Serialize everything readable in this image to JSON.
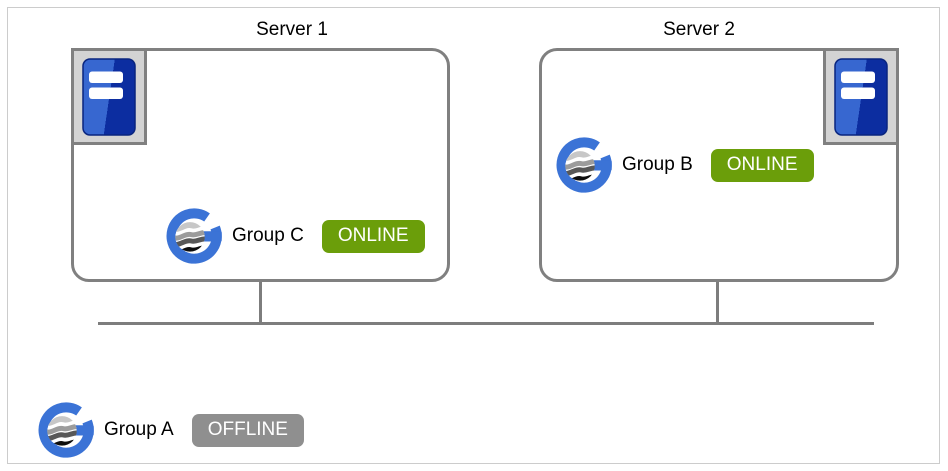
{
  "diagram": {
    "server1": {
      "title": "Server 1"
    },
    "server2": {
      "title": "Server 2"
    },
    "groups": {
      "group_c": {
        "name": "Group C",
        "status": "ONLINE"
      },
      "group_b": {
        "name": "Group B",
        "status": "ONLINE"
      },
      "group_a": {
        "name": "Group A",
        "status": "OFFLINE"
      }
    },
    "icons": {
      "server_icon": "server-tower-icon",
      "group_icon": "cluster-group-icon"
    },
    "colors": {
      "status": {
        "ONLINE": "#6b9e0a",
        "OFFLINE": "#8f8f8f"
      },
      "server_box_border": "#808080",
      "network_line": "#7d7d7d",
      "icon_box_fill": "#d3d3d3",
      "logo_blue": "#3b73d6",
      "tower_blue_light": "#3767d0",
      "tower_blue_dark": "#0c2da0",
      "frame_border": "#cccccc",
      "label_text": "#000000",
      "badge_text": "#ffffff"
    }
  }
}
